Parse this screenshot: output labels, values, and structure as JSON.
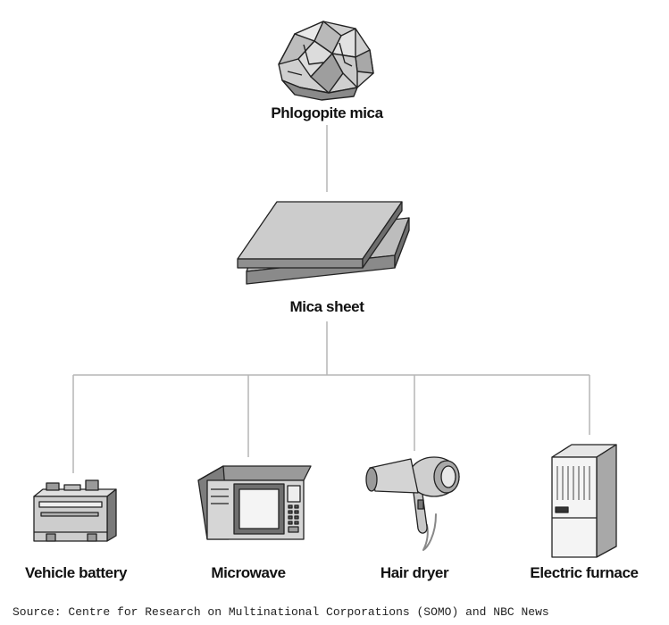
{
  "nodes": {
    "root": {
      "label": "Phlogopite mica",
      "icon": "mica-rock-icon"
    },
    "middle": {
      "label": "Mica sheet",
      "icon": "mica-sheet-icon"
    },
    "leaves": [
      {
        "label": "Vehicle battery",
        "icon": "car-battery-icon"
      },
      {
        "label": "Microwave",
        "icon": "microwave-icon"
      },
      {
        "label": "Hair dryer",
        "icon": "hair-dryer-icon"
      },
      {
        "label": "Electric furnace",
        "icon": "electric-furnace-icon"
      }
    ]
  },
  "source": "Source: Centre for Research on Multinational Corporations (SOMO) and NBC News",
  "colors": {
    "line": "#b5b5b5",
    "icon_fill": "#d4d4d4",
    "icon_dark": "#7a7a7a",
    "icon_stroke": "#222222"
  }
}
